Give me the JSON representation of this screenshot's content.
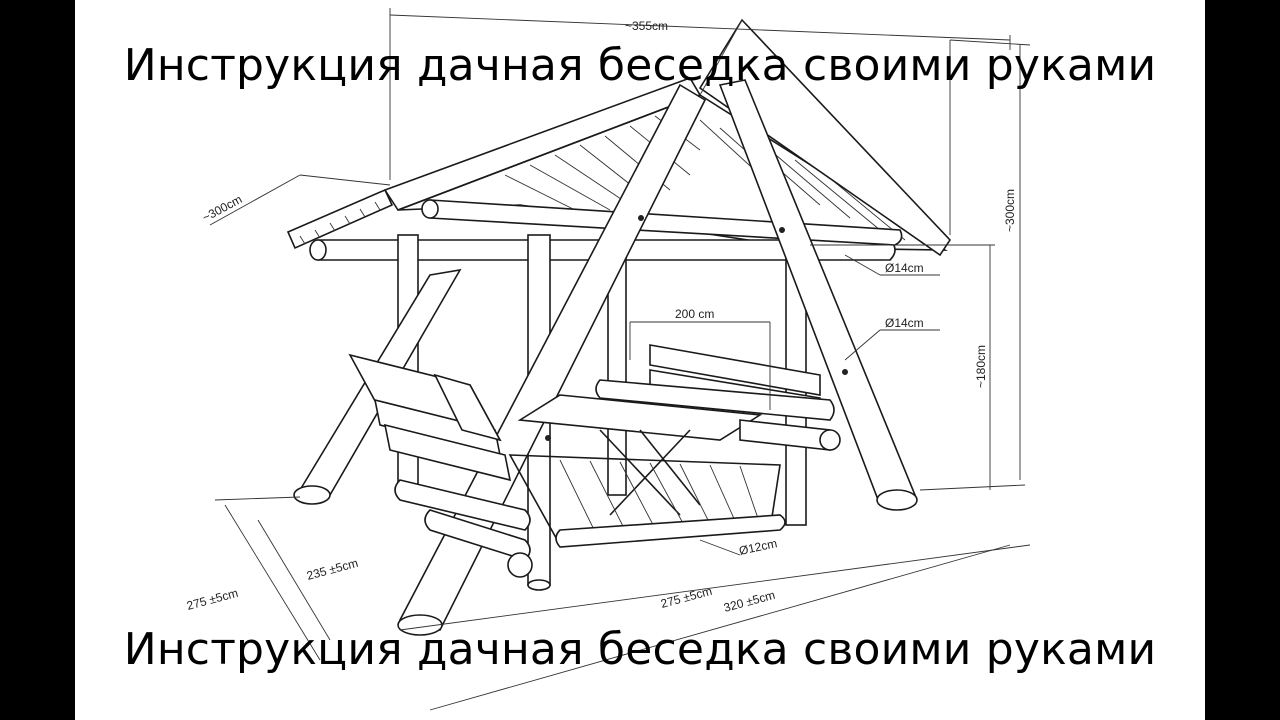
{
  "titles": {
    "top": "Инструкция дачная беседка своими руками",
    "bottom": "Инструкция дачная беседка своими руками"
  },
  "dimensions": {
    "roof_width": "~355cm",
    "roof_depth": "~300cm",
    "total_height": "~300cm",
    "post_height": "~180cm",
    "beam_diameter_top": "Ø14cm",
    "beam_diameter_mid": "Ø14cm",
    "bench_length": "200 cm",
    "floor_log": "Ø12cm",
    "base_depth_outer": "275 ±5cm",
    "base_depth_inner": "235 ±5cm",
    "base_width_inner": "275 ±5cm",
    "base_width_outer": "320 ±5cm"
  }
}
